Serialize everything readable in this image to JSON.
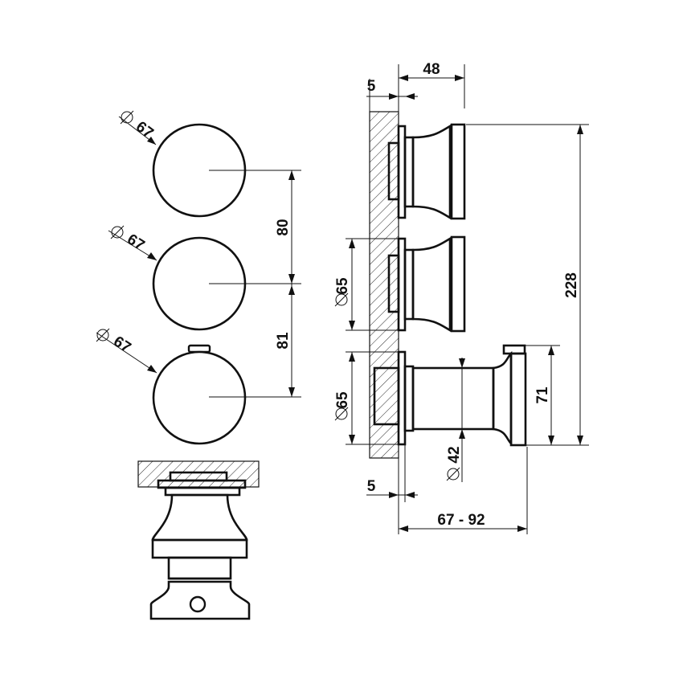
{
  "front_view": {
    "knob_diameter_labels": [
      "67",
      "67",
      "67"
    ],
    "spacing_upper": "80",
    "spacing_lower": "81"
  },
  "side_view": {
    "wall_offset_top": "5",
    "knob_depth": "48",
    "flange_diameter_upper": "65",
    "flange_diameter_lower": "65",
    "total_height": "228",
    "lever_height": "71",
    "stem_diameter": "42",
    "wall_offset_bottom": "5",
    "depth_range": "67 - 92"
  }
}
